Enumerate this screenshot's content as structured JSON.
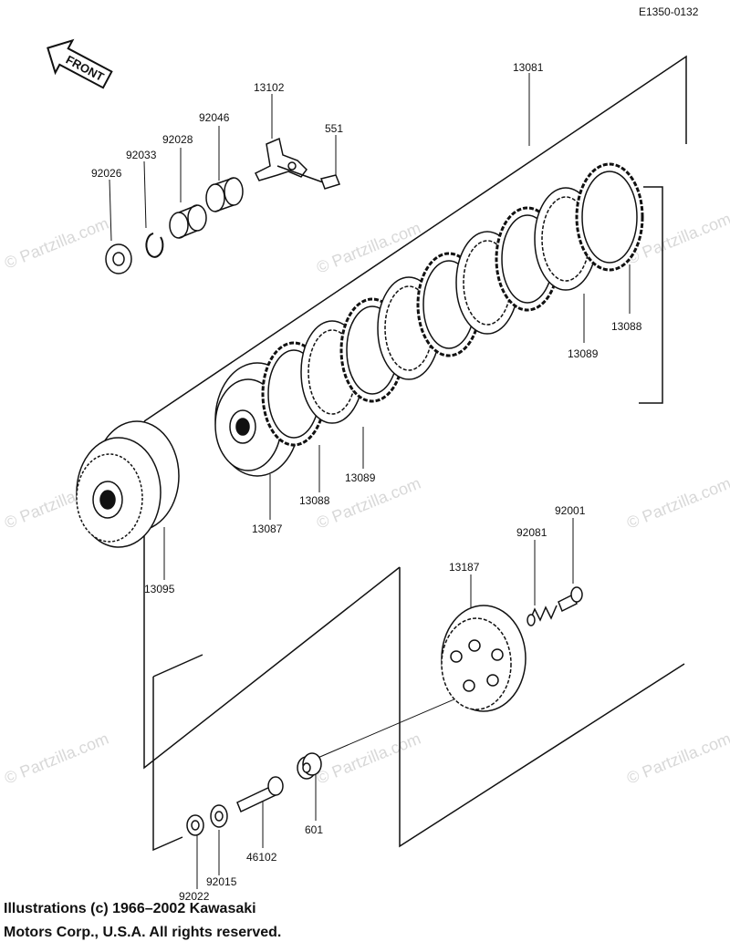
{
  "figure_code": "E1350-0132",
  "front_label": "FRONT",
  "watermark": "© Partzilla.com",
  "copyright": {
    "line1": "Illustrations (c) 1966–2002 Kawasaki",
    "line2": "Motors Corp., U.S.A.  All rights reserved."
  },
  "part_labels": {
    "p13081": "13081",
    "p13102": "13102",
    "p551": "551",
    "p92046": "92046",
    "p92028": "92028",
    "p92033": "92033",
    "p92026": "92026",
    "p13088_top": "13088",
    "p13089_top": "13089",
    "p13089_mid": "13089",
    "p13088_mid": "13088",
    "p13087": "13087",
    "p13095": "13095",
    "p92001": "92001",
    "p92081": "92081",
    "p13187": "13187",
    "p601": "601",
    "p46102": "46102",
    "p92015": "92015",
    "p92022": "92022"
  },
  "colors": {
    "ink": "#111111",
    "watermark": "#d8d8d8",
    "background": "#ffffff"
  }
}
